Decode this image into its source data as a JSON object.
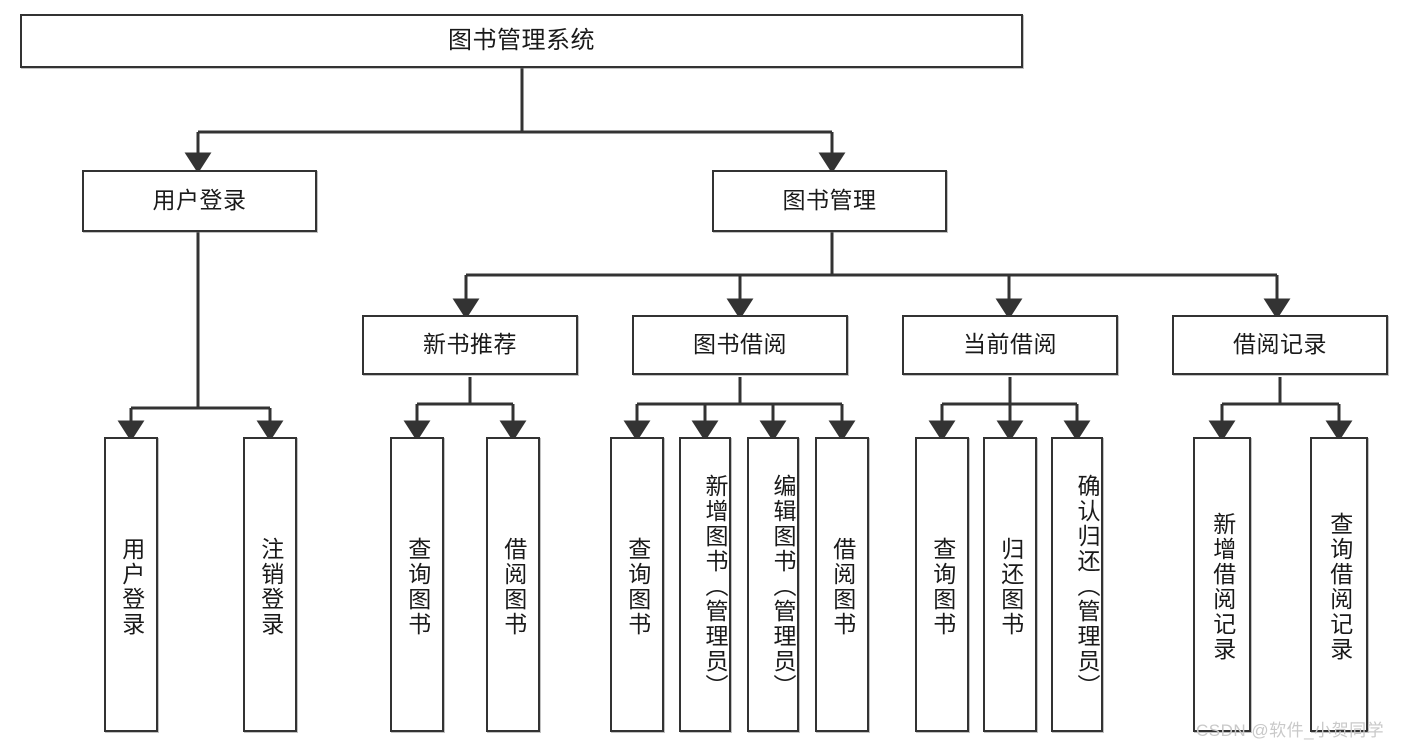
{
  "diagram": {
    "title": "图书管理系统",
    "type": "tree-hierarchy",
    "levels": {
      "root": "图书管理系统",
      "level2": [
        "用户登录",
        "图书管理"
      ],
      "level3": [
        "新书推荐",
        "图书借阅",
        "当前借阅",
        "借阅记录"
      ]
    }
  },
  "nodes": {
    "root": {
      "label": "图书管理系统"
    },
    "user_login": {
      "label": "用户登录"
    },
    "book_manage": {
      "label": "图书管理"
    },
    "new_book_rec": {
      "label": "新书推荐"
    },
    "book_borrow": {
      "label": "图书借阅"
    },
    "current_borrow": {
      "label": "当前借阅"
    },
    "borrow_record": {
      "label": "借阅记录"
    },
    "leaf_user_login": {
      "label": "用户登录"
    },
    "leaf_logout": {
      "label": "注销登录"
    },
    "leaf_query_book_1": {
      "label": "查询图书"
    },
    "leaf_borrow_book_1": {
      "label": "借阅图书"
    },
    "leaf_query_book_2": {
      "label": "查询图书"
    },
    "leaf_add_book": {
      "label": "新增图书（管理员）"
    },
    "leaf_edit_book": {
      "label": "编辑图书（管理员）"
    },
    "leaf_borrow_book_2": {
      "label": "借阅图书"
    },
    "leaf_query_book_3": {
      "label": "查询图书"
    },
    "leaf_return_book": {
      "label": "归还图书"
    },
    "leaf_confirm_return": {
      "label": "确认归还（管理员）"
    },
    "leaf_add_record": {
      "label": "新增借阅记录"
    },
    "leaf_query_record": {
      "label": "查询借阅记录"
    }
  },
  "watermark": {
    "text": "CSDN @软件_小贺同学"
  },
  "colors": {
    "border": "#333333",
    "text": "#1a1a1a",
    "background": "#ffffff",
    "watermark": "#c9c9c9"
  }
}
